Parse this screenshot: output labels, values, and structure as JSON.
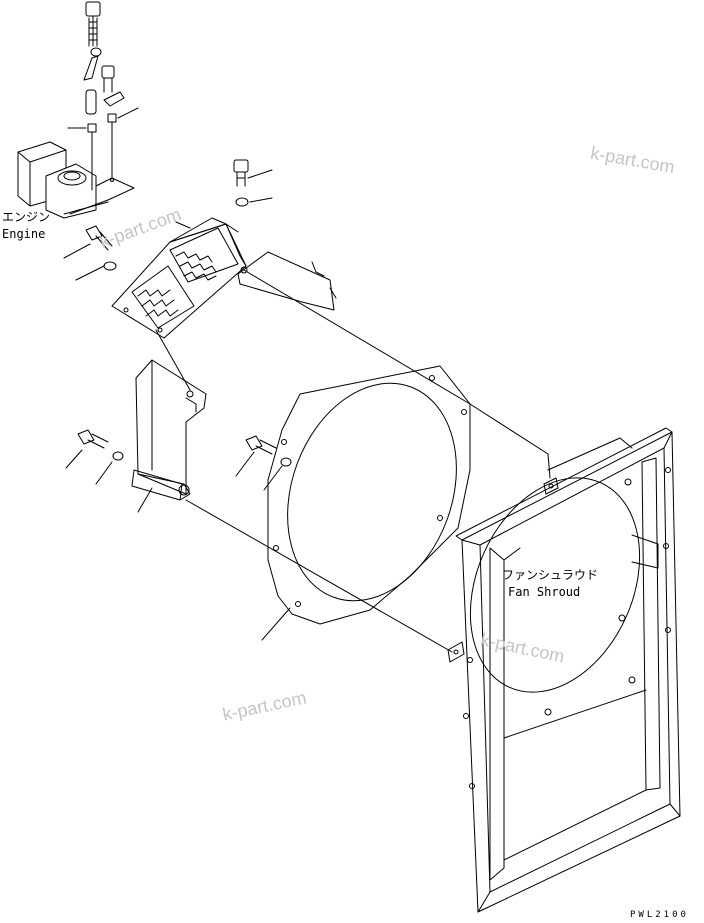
{
  "labels": {
    "engine_jp": "エンジン",
    "engine_en": "Engine",
    "shroud_jp": "ファンシュラウド",
    "shroud_en": "Fan Shroud"
  },
  "watermark": "k-part.com",
  "drawing_code": "PWL2100"
}
